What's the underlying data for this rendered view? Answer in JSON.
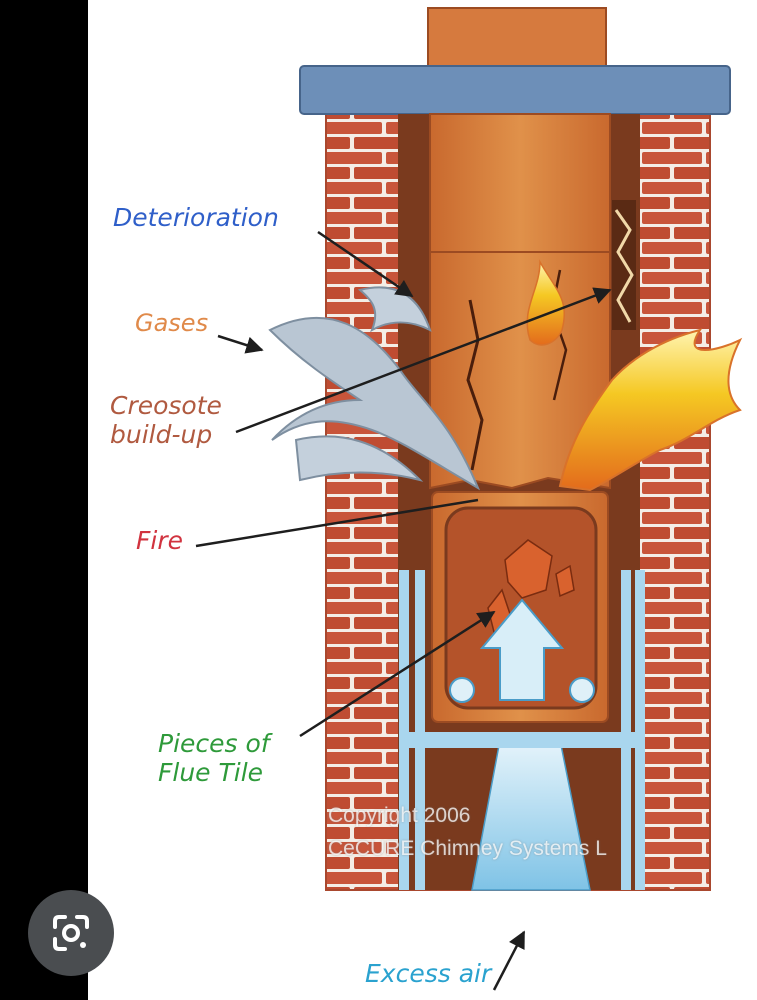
{
  "labels": {
    "deterioration": "Deterioration",
    "gases": "Gases",
    "creosote_line1": "Creosote",
    "creosote_line2": "build-up",
    "fire": "Fire",
    "pieces_line1": "Pieces of",
    "pieces_line2": "Flue Tile",
    "excess_air": "Excess air"
  },
  "watermark": {
    "line1": "Copyright 2006",
    "line2": "CeCURE Chimney Systems L"
  },
  "overlay": {
    "lens_icon": "google-lens-icon"
  },
  "colors": {
    "brick": "#c8553a",
    "mortar": "#f4ede6",
    "flue_tile": "#d9823f",
    "cap": "#6d8fb8",
    "air": "#a9d6ee",
    "smoke": "#b9c6d3",
    "flame": "#f3c51f"
  }
}
